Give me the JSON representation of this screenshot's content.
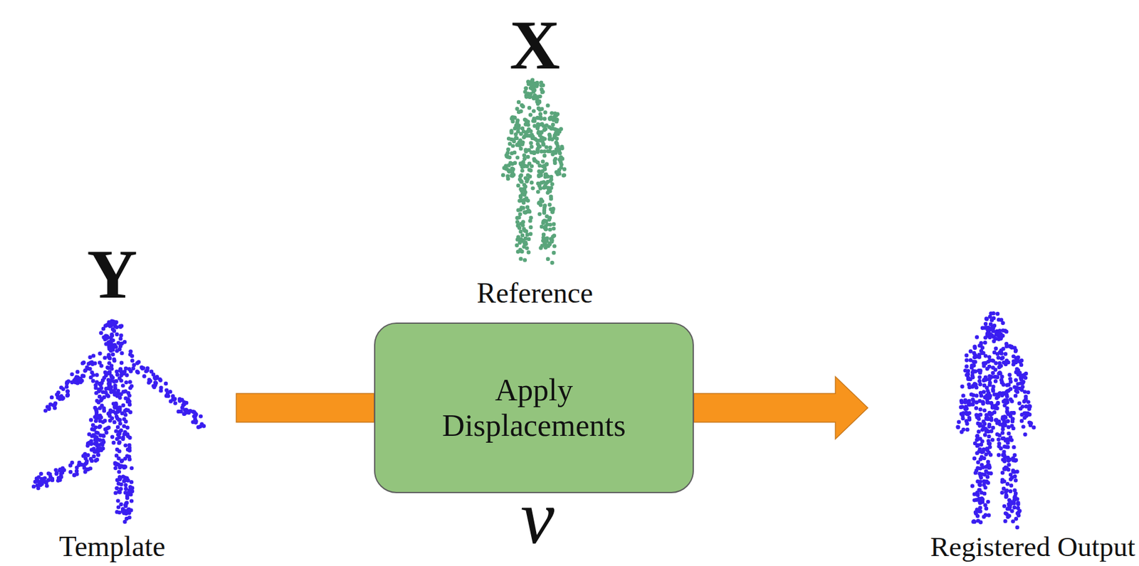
{
  "diagram": {
    "nodes": [
      {
        "text": [
          "X",
          "Reference"
        ]
      },
      {
        "text": [
          "Y",
          "Template"
        ]
      },
      {
        "text": [
          "Apply Displacements"
        ]
      },
      {
        "text": [
          "Registered Output"
        ]
      }
    ],
    "edges": [
      {
        "from": 1,
        "to": 2,
        "arrow": "none"
      },
      {
        "from": 2,
        "to": 3,
        "arrow": "to"
      }
    ],
    "labels": [
      "v"
    ]
  }
}
